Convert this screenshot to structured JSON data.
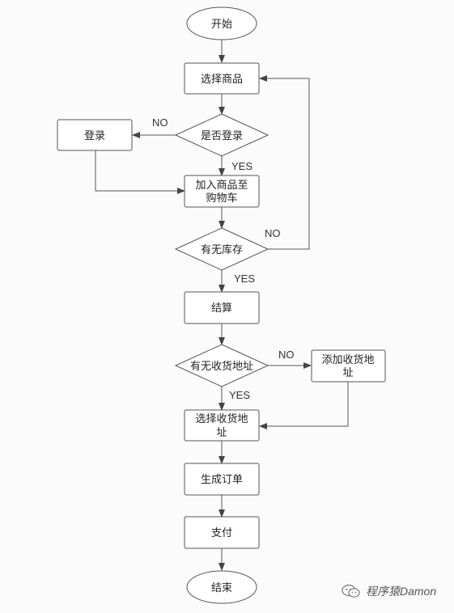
{
  "nodes": {
    "start": "开始",
    "select_goods": "选择商品",
    "is_logged_in": "是否登录",
    "login": "登录",
    "add_to_cart_line1": "加入商品至",
    "add_to_cart_line2": "购物车",
    "has_stock": "有无库存",
    "checkout": "结算",
    "has_address": "有无收货地址",
    "add_address_line1": "添加收货地",
    "add_address_line2": "址",
    "select_address_line1": "选择收货地",
    "select_address_line2": "址",
    "create_order": "生成订单",
    "pay": "支付",
    "end": "结束"
  },
  "edge_labels": {
    "login_no": "NO",
    "login_yes": "YES",
    "stock_no": "NO",
    "stock_yes": "YES",
    "address_no": "NO",
    "address_yes": "YES"
  },
  "watermark": "程序猿Damon",
  "colors": {
    "stroke": "#555555",
    "fill": "#ffffff",
    "background": "#fbfbfb"
  }
}
